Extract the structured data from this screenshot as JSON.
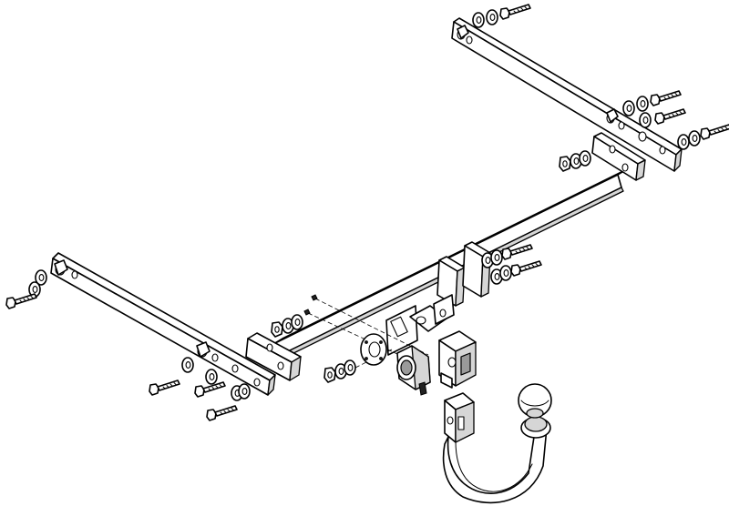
{
  "figure": {
    "kind": "exploded-assembly-line-drawing",
    "parts": [
      "crossbar",
      "left-side-bracket",
      "right-side-bracket",
      "mounting-bolts",
      "washers",
      "nuts",
      "socket-plate",
      "electrical-socket",
      "tow-ball-receiver",
      "detachable-tow-ball-neck"
    ],
    "colors": {
      "line": "#000000",
      "background": "#ffffff",
      "shade": "#d6d6d6"
    }
  }
}
